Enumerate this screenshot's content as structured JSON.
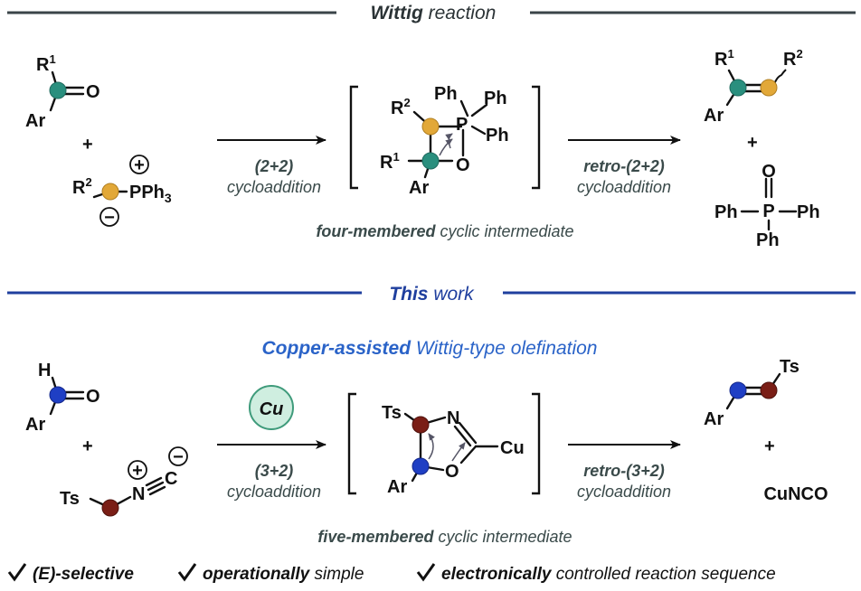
{
  "top_section": {
    "heading_bold": "Wittig",
    "heading_rest": "reaction",
    "r1": "R",
    "r1_sup": "1",
    "ar": "Ar",
    "o": "O",
    "plus": "+",
    "r2": "R",
    "r2_sup": "2",
    "pph3": "PPh",
    "pph3_sub": "3",
    "plus_charge": "+",
    "minus_charge": "−",
    "arrow1_bold": "(2+2)",
    "arrow1_text": "cycloaddition",
    "int_ph1": "Ph",
    "int_ph2": "Ph",
    "int_ph3": "Ph",
    "int_p": "P",
    "int_o": "O",
    "int_r2": "R",
    "int_r2_sup": "2",
    "int_r1": "R",
    "int_r1_sup": "1",
    "int_ar": "Ar",
    "int_caption_bold": "four-membered",
    "int_caption_rest": "cyclic intermediate",
    "arrow2_bold": "retro-(2+2)",
    "arrow2_text": "cycloaddition",
    "prod_r1": "R",
    "prod_r1_sup": "1",
    "prod_r2": "R",
    "prod_r2_sup": "2",
    "prod_ar": "Ar",
    "prod_plus": "+",
    "po_o": "O",
    "po_p": "P",
    "po_ph1": "Ph",
    "po_ph2": "Ph",
    "po_ph3": "Ph"
  },
  "bottom_section": {
    "heading_bold": "This",
    "heading_rest": "work",
    "subtitle_bold": "Copper-assisted",
    "subtitle_rest": "Wittig-type olefination",
    "h": "H",
    "o": "O",
    "ar": "Ar",
    "plus": "+",
    "ts": "Ts",
    "n": "N",
    "c": "C",
    "plus_charge": "+",
    "minus_charge": "−",
    "cu_badge": "Cu",
    "arrow1_bold": "(3+2)",
    "arrow1_text": "cycloaddition",
    "int_ts": "Ts",
    "int_n": "N",
    "int_cu": "Cu",
    "int_o": "O",
    "int_ar": "Ar",
    "int_caption_bold": "five-membered",
    "int_caption_rest": "cyclic intermediate",
    "arrow2_bold": "retro-(3+2)",
    "arrow2_text": "cycloaddition",
    "prod_ts": "Ts",
    "prod_ar": "Ar",
    "prod_plus": "+",
    "cunco": "CuNCO"
  },
  "footer": [
    {
      "bold": "(E)-selective",
      "rest": ""
    },
    {
      "bold": "operationally",
      "rest": " simple"
    },
    {
      "bold": "electronically",
      "rest": " controlled reaction sequence"
    }
  ],
  "colors": {
    "teal": "#2a8f7e",
    "orange": "#e2a838",
    "blue": "#1f3fc4",
    "maroon": "#7a1e16",
    "line_dark": "#3a4448",
    "line_blue": "#1f3f9e",
    "heading_blue": "#1f3f9e",
    "subtitle_blue": "#2a63c8",
    "badge_fill": "#cfeee0",
    "badge_stroke": "#3f9b7b"
  }
}
